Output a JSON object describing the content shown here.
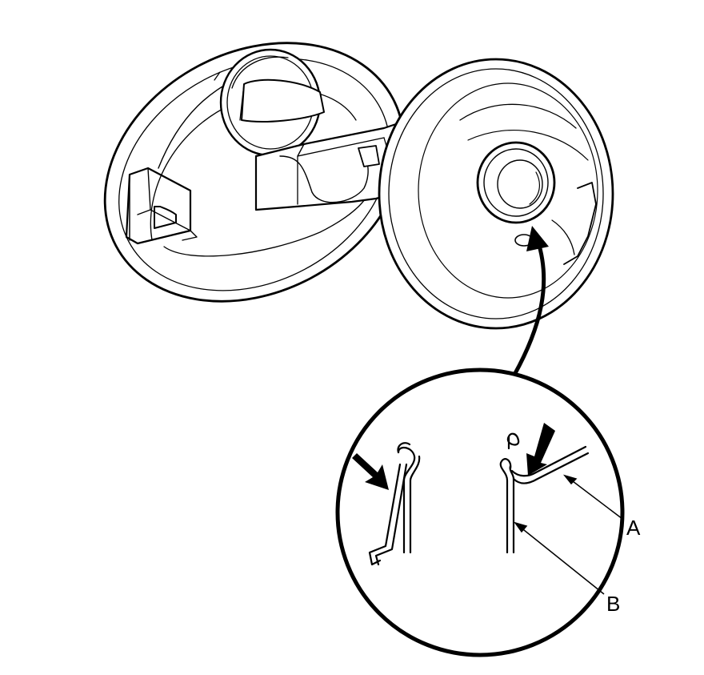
{
  "diagram": {
    "callouts": [
      {
        "id": "A",
        "text": "A"
      },
      {
        "id": "B",
        "text": "B"
      }
    ]
  }
}
